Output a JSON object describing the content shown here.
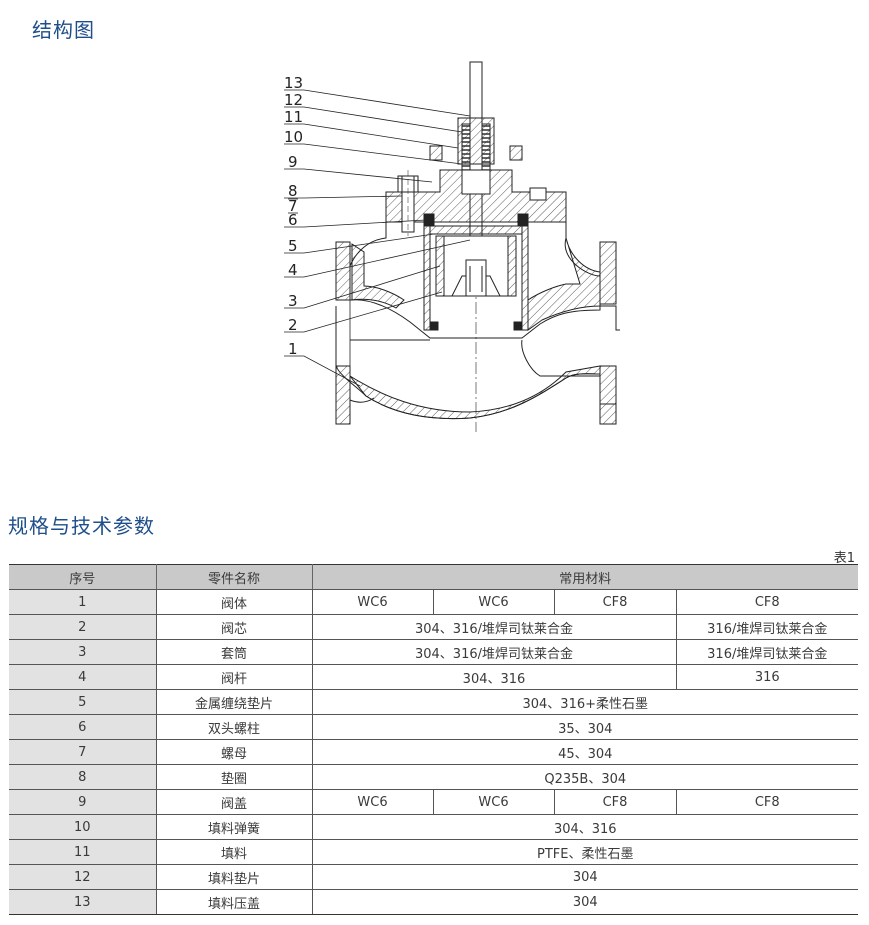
{
  "section1_title": "结构图",
  "diagram_labels": [
    "13",
    "12",
    "11",
    "10",
    "9",
    "8",
    "7",
    "6",
    "5",
    "4",
    "3",
    "2",
    "1"
  ],
  "section2_title": "规格与技术参数",
  "table_note": "表1",
  "table": {
    "headers": [
      "序号",
      "零件名称",
      "常用材料"
    ],
    "rows": [
      {
        "no": "1",
        "name": "阀体",
        "materials": [
          "WC6",
          "WC6",
          "CF8",
          "CF8"
        ],
        "spans": [
          1,
          1,
          1,
          1
        ]
      },
      {
        "no": "2",
        "name": "阀芯",
        "materials": [
          "304、316/堆焊司钛莱合金",
          "316/堆焊司钛莱合金"
        ],
        "spans": [
          3,
          1
        ]
      },
      {
        "no": "3",
        "name": "套筒",
        "materials": [
          "304、316/堆焊司钛莱合金",
          "316/堆焊司钛莱合金"
        ],
        "spans": [
          3,
          1
        ]
      },
      {
        "no": "4",
        "name": "阀杆",
        "materials": [
          "304、316",
          "316"
        ],
        "spans": [
          3,
          1
        ]
      },
      {
        "no": "5",
        "name": "金属缠绕垫片",
        "materials": [
          "304、316+柔性石墨"
        ],
        "spans": [
          4
        ]
      },
      {
        "no": "6",
        "name": "双头螺柱",
        "materials": [
          "35、304"
        ],
        "spans": [
          4
        ]
      },
      {
        "no": "7",
        "name": "螺母",
        "materials": [
          "45、304"
        ],
        "spans": [
          4
        ]
      },
      {
        "no": "8",
        "name": "垫圈",
        "materials": [
          "Q235B、304"
        ],
        "spans": [
          4
        ]
      },
      {
        "no": "9",
        "name": "阀盖",
        "materials": [
          "WC6",
          "WC6",
          "CF8",
          "CF8"
        ],
        "spans": [
          1,
          1,
          1,
          1
        ]
      },
      {
        "no": "10",
        "name": "填料弹簧",
        "materials": [
          "304、316"
        ],
        "spans": [
          4
        ]
      },
      {
        "no": "11",
        "name": "填料",
        "materials": [
          "PTFE、柔性石墨"
        ],
        "spans": [
          4
        ]
      },
      {
        "no": "12",
        "name": "填料垫片",
        "materials": [
          "304"
        ],
        "spans": [
          4
        ]
      },
      {
        "no": "13",
        "name": "填料压盖",
        "materials": [
          "304"
        ],
        "spans": [
          4
        ]
      }
    ]
  }
}
